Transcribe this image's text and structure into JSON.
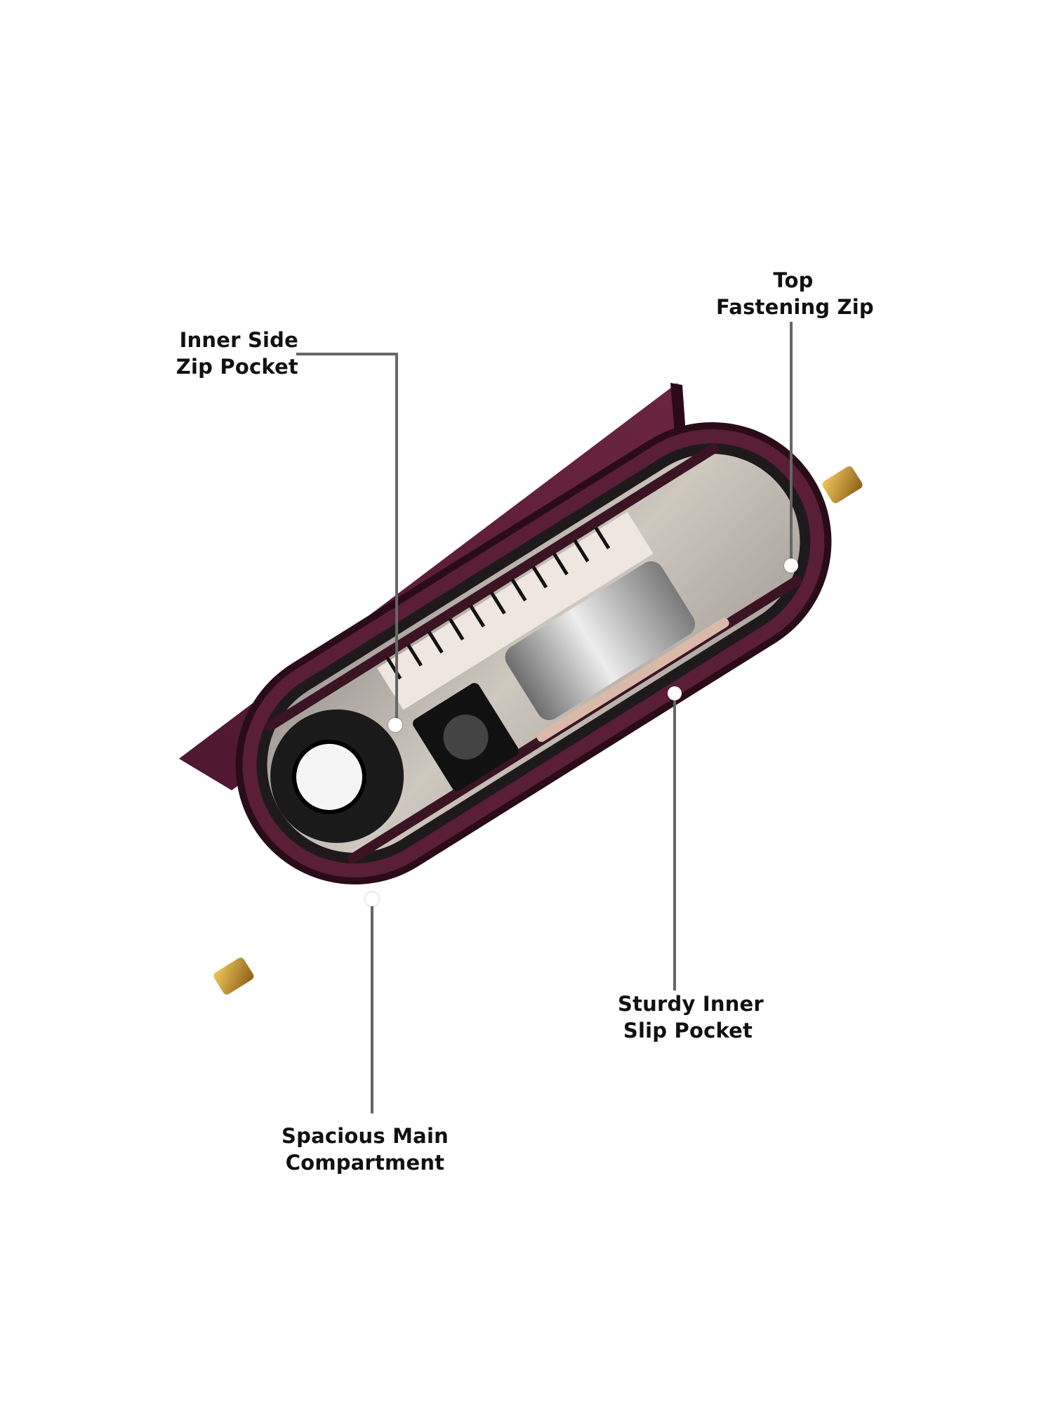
{
  "callouts": {
    "inner_side_zip": {
      "line1": "Inner Side",
      "line2": "Zip Pocket"
    },
    "top_fastening_zip": {
      "line1": "Top",
      "line2": "Fastening Zip"
    },
    "sturdy_inner_slip": {
      "line1": "Sturdy Inner",
      "line2": "Slip Pocket"
    },
    "spacious_main": {
      "line1": "Spacious Main",
      "line2": "Compartment"
    }
  },
  "colors": {
    "bag_leather": "#5a1e36",
    "bag_leather_light": "#7a2e4c",
    "lining": "#b8b2aa",
    "hardware_gold": "#c9952e",
    "leader_line": "#666666",
    "text": "#111111"
  }
}
